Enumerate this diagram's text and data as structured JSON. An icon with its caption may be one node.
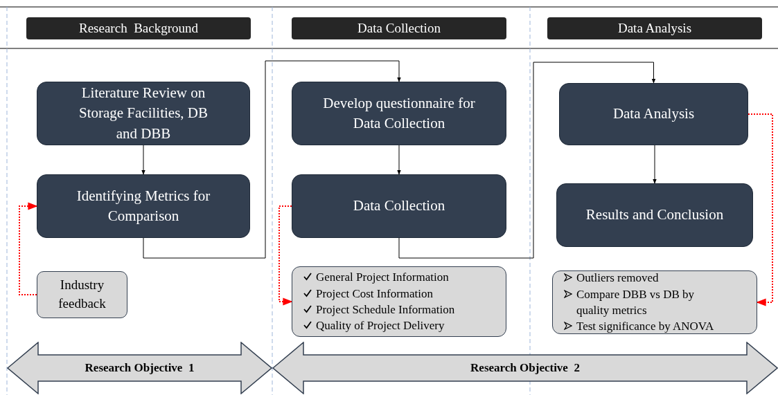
{
  "diagram": {
    "nodes": [
      {
        "text": [
          "Research  Background"
        ]
      },
      {
        "text": [
          "Data Collection"
        ]
      },
      {
        "text": [
          "Data Analysis"
        ]
      },
      {
        "text": [
          "Literature Review on Storage Facilities, DB and DBB"
        ]
      },
      {
        "text": [
          "Identifying Metrics for Comparison"
        ]
      },
      {
        "text": [
          "Industry feedback"
        ]
      },
      {
        "text": [
          "Develop questionnaire for Data Collection"
        ]
      },
      {
        "text": [
          "Data Collection"
        ]
      },
      {
        "text": [
          "General Project Information",
          "Project Cost Information",
          "Project Schedule Information",
          "Quality  of Project Delivery"
        ]
      },
      {
        "text": [
          "Data Analysis"
        ]
      },
      {
        "text": [
          "Results and Conclusion"
        ]
      },
      {
        "text": [
          "Outliers removed",
          "Compare DBB vs DB by quality metrics",
          "Test significance by ANOVA"
        ]
      },
      {
        "text": [
          "Research Objective  1"
        ]
      },
      {
        "text": [
          "Research Objective  2"
        ]
      }
    ],
    "edges": [
      {
        "from": 3,
        "to": 4,
        "arrow": "to"
      },
      {
        "from": 5,
        "to": 4,
        "arrow": "to",
        "style": "dashed",
        "color": "#ff0000"
      },
      {
        "from": 4,
        "to": 6,
        "arrow": "to"
      },
      {
        "from": 6,
        "to": 7,
        "arrow": "to"
      },
      {
        "from": 7,
        "to": 8,
        "arrow": "to",
        "style": "dashed",
        "color": "#ff0000"
      },
      {
        "from": 7,
        "to": 9,
        "arrow": "to"
      },
      {
        "from": 9,
        "to": 10,
        "arrow": "to"
      },
      {
        "from": 9,
        "to": 11,
        "arrow": "to",
        "style": "dashed",
        "color": "#ff0000"
      }
    ]
  }
}
